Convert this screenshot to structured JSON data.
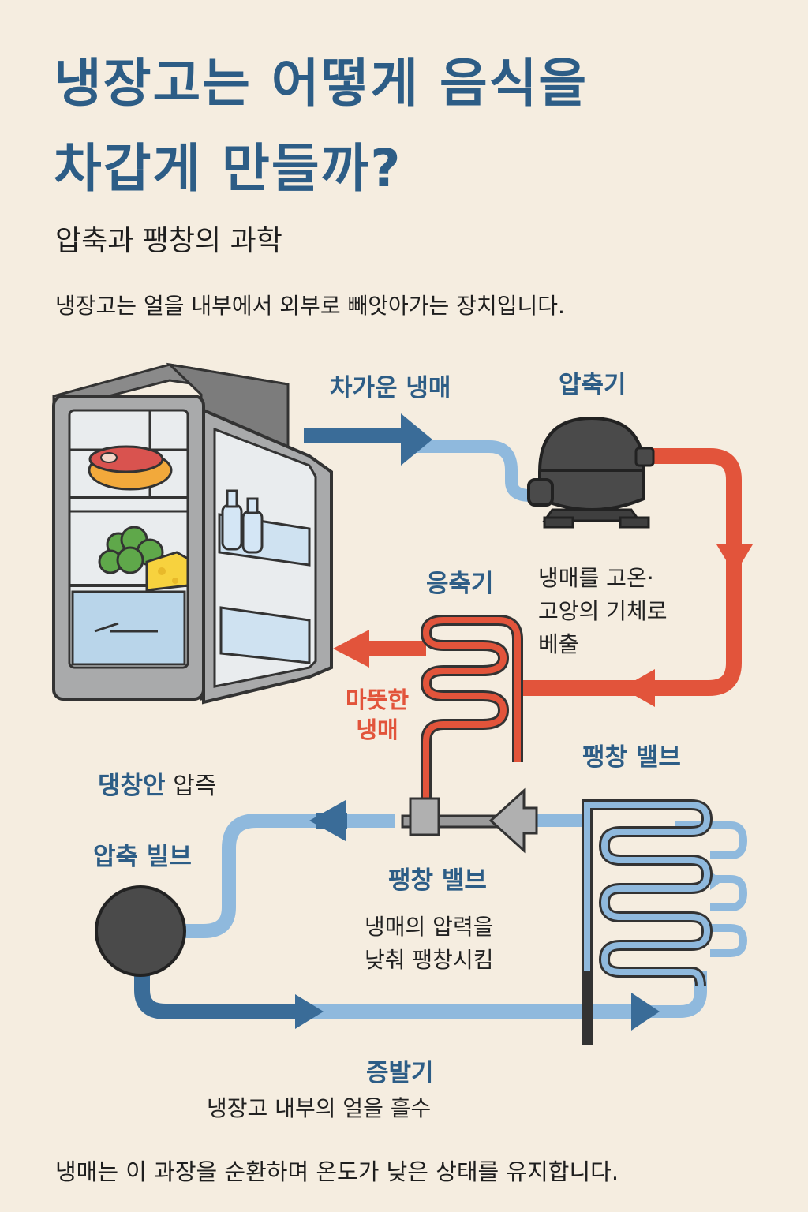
{
  "header": {
    "title_line1": "냉장고는 어떻게 음식을",
    "title_line2": "차갑게 만들까?",
    "subtitle": "압축과 팽창의 과학",
    "intro": "냉장고는 얼을 내부에서 외부로 빼앗아가는 장치입니다."
  },
  "diagram": {
    "cold_refrigerant_label": "차가운 냉매",
    "compressor_label": "압축기",
    "compressor_desc": "냉매를 고온·\n고앙의 기체로\n베출",
    "condenser_label": "응축기",
    "warm_refrigerant_label": "마뜻한\n냉매",
    "expansion_valve_label_right": "팽창 밸브",
    "inside_label_blue": "댕창안",
    "inside_label_black": "압즉",
    "compression_valve_label": "압축 빌브",
    "expansion_valve_label_center": "팽창 밸브",
    "expansion_valve_desc": "냉매의 압력을\n낮춰 팽창시킴",
    "evaporator_label": "증발기",
    "evaporator_desc": "냉장고 내부의 얼을 흘수"
  },
  "footer": {
    "text": "냉매는 이 과장을 순환하며 온도가 낮은 상태를 유지합니다."
  },
  "colors": {
    "background": "#f5ede0",
    "title_blue": "#2d5d86",
    "hot_red": "#e2543b",
    "cold_light_blue": "#8fb9dd",
    "cold_dark_blue": "#3a6c98",
    "compressor_gray": "#4a4a4a"
  }
}
